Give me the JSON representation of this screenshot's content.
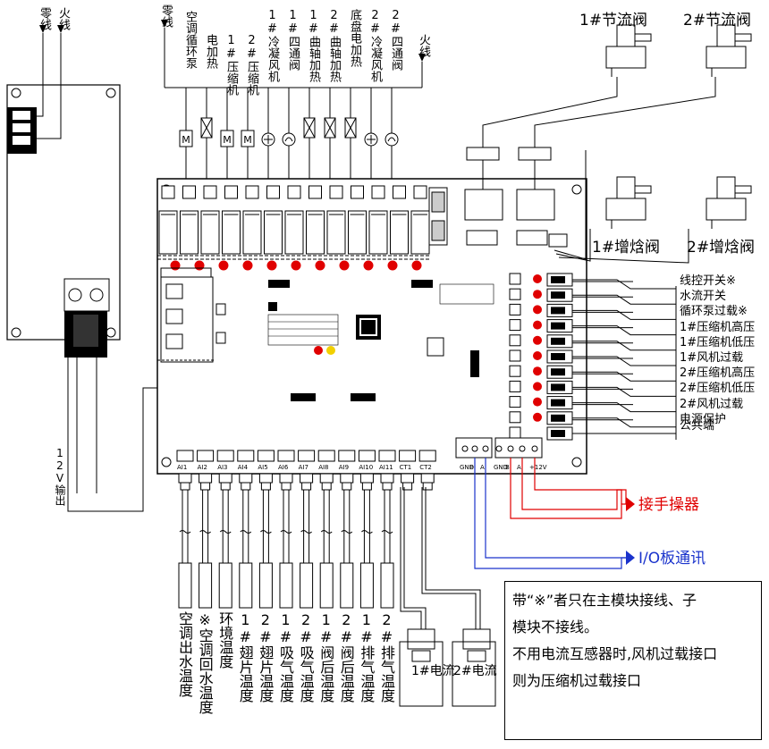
{
  "top_left": {
    "neutral": "零线",
    "live": "火线"
  },
  "top_mid": {
    "neutral": "零线",
    "live": "火线"
  },
  "load_labels": [
    "空调循环泵",
    "电加热",
    "1#压缩机",
    "2#压缩机",
    "1#冷凝风机",
    "1#四通阀",
    "1#曲轴加热",
    "2#曲轴加热",
    "底盘电加热",
    "2#冷凝风机",
    "2#四通阀"
  ],
  "valves": {
    "throttle_1": "1#节流阀",
    "throttle_2": "2#节流阀",
    "enthalpy_1": "1#增焓阀",
    "enthalpy_2": "2#增焓阀"
  },
  "supply_label": "12V输出",
  "switch_inputs": [
    "线控开关※",
    "水流开关",
    "循环泵过载※",
    "1#压缩机高压",
    "1#压缩机低压",
    "1#风机过载",
    "2#压缩机高压",
    "2#压缩机低压",
    "2#风机过载",
    "电源保护",
    "公共端"
  ],
  "comm": {
    "controller": "接手操器",
    "io_board": "I/O板通讯"
  },
  "sensor_labels": [
    "空调出水温度",
    "※空调回水温度",
    "环境温度",
    "1#翅片温度",
    "2#翅片温度",
    "1#吸气温度",
    "2#吸气温度",
    "1#阀后温度",
    "2#阀后温度",
    "1#排气温度",
    "2#排气温度"
  ],
  "current_labels": [
    "1#电流",
    "2#电流"
  ],
  "port_labels": {
    "ai": [
      "AI1",
      "AI2",
      "AI3",
      "AI4",
      "AI5",
      "AI6",
      "AI7",
      "AI8",
      "AI9",
      "AI10",
      "AI11",
      "CT1",
      "CT2"
    ],
    "comm": [
      "GND",
      "B",
      "A",
      "GND",
      "B",
      "A",
      "+12V"
    ]
  },
  "note_lines": [
    "带“※”者只在主模块接线、子",
    "模块不接线。",
    "不用电流互感器时,风机过载接口",
    "则为压缩机过载接口"
  ],
  "colors": {
    "red_wire": "#e00000",
    "blue_wire": "#1a33cc",
    "led": "#e00000",
    "led_yellow": "#f2d000"
  }
}
